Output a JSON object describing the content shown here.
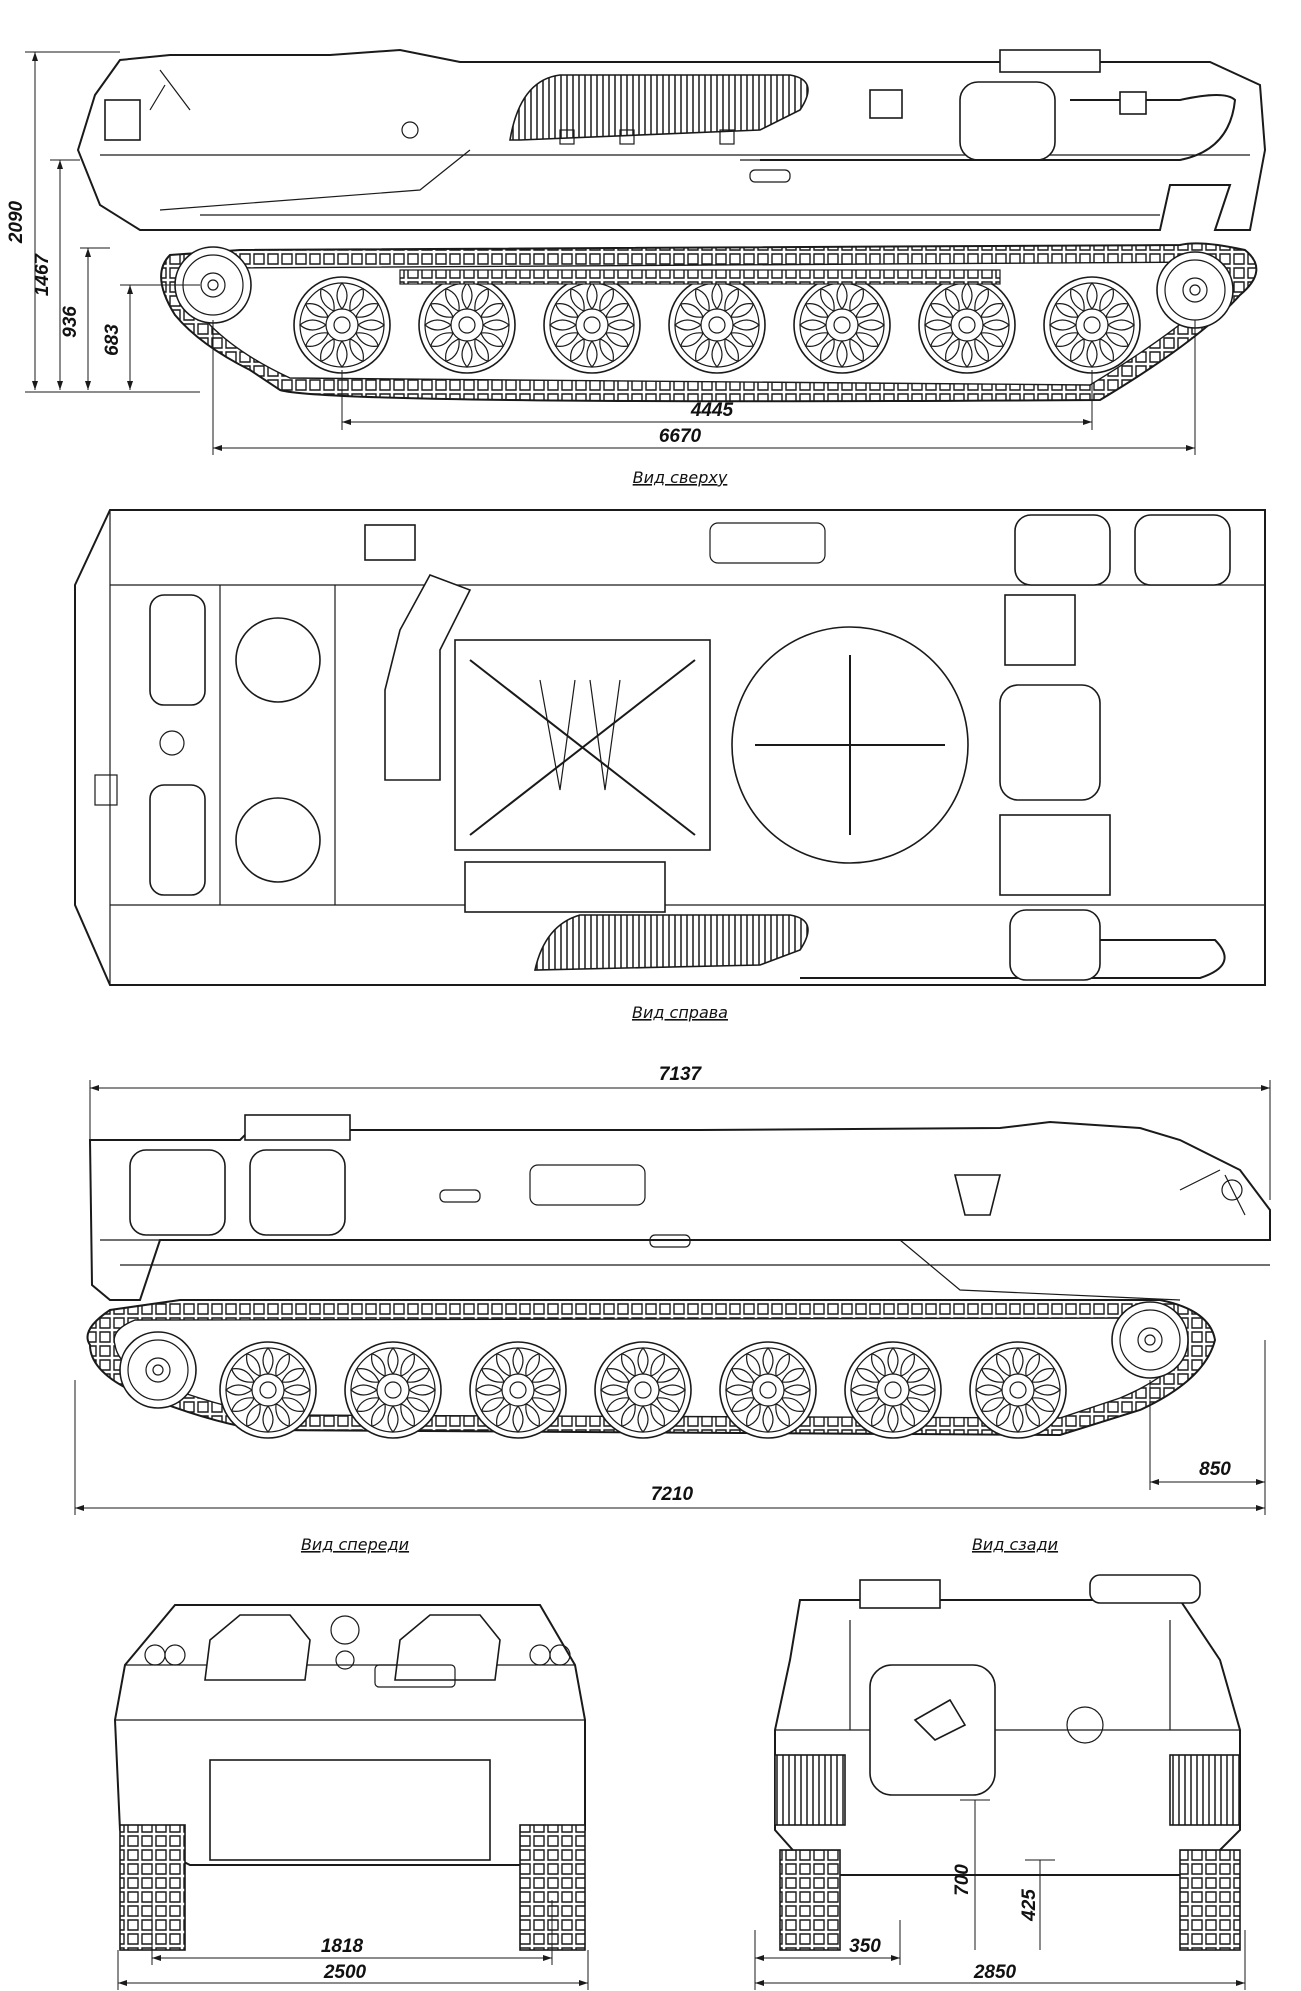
{
  "views": {
    "top": "Вид сверху",
    "right": "Вид справа",
    "front": "Вид спереди",
    "rear": "Вид сзади"
  },
  "dimensions": {
    "overall_height": "2090",
    "hull_height": "1467",
    "d936": "936",
    "clearance": "683",
    "track_base": "4445",
    "hull_length_side": "6670",
    "hull_length": "7137",
    "overall_length": "7210",
    "rear_overhang": "850",
    "track_width_front": "1818",
    "overall_width_front": "2500",
    "rear_height_700": "700",
    "rear_height_425": "425",
    "rear_350": "350",
    "rear_width": "2850"
  }
}
